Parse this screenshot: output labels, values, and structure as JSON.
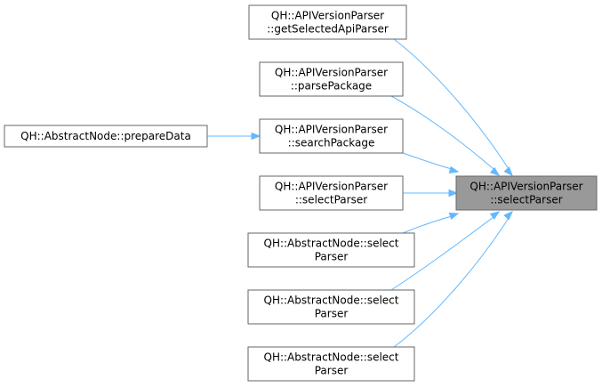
{
  "nodes": [
    {
      "id": "target",
      "lines": [
        "QH::APIVersionParser",
        "::selectParser"
      ]
    },
    {
      "id": "getSelectedApiParser",
      "lines": [
        "QH::APIVersionParser",
        "::getSelectedApiParser"
      ]
    },
    {
      "id": "parsePackage",
      "lines": [
        "QH::APIVersionParser",
        "::parsePackage"
      ]
    },
    {
      "id": "searchPackage",
      "lines": [
        "QH::APIVersionParser",
        "::searchPackage"
      ]
    },
    {
      "id": "selectParser",
      "lines": [
        "QH::APIVersionParser",
        "::selectParser"
      ]
    },
    {
      "id": "abstractSelect1",
      "lines": [
        "QH::AbstractNode::select",
        "Parser"
      ]
    },
    {
      "id": "abstractSelect2",
      "lines": [
        "QH::AbstractNode::select",
        "Parser"
      ]
    },
    {
      "id": "abstractSelect3",
      "lines": [
        "QH::AbstractNode::select",
        "Parser"
      ]
    },
    {
      "id": "prepareData",
      "lines": [
        "QH::AbstractNode::prepareData"
      ]
    }
  ],
  "edges": [
    {
      "from": "getSelectedApiParser",
      "to": "target"
    },
    {
      "from": "parsePackage",
      "to": "target"
    },
    {
      "from": "searchPackage",
      "to": "target"
    },
    {
      "from": "selectParser",
      "to": "target"
    },
    {
      "from": "abstractSelect1",
      "to": "target"
    },
    {
      "from": "abstractSelect2",
      "to": "target"
    },
    {
      "from": "abstractSelect3",
      "to": "target"
    },
    {
      "from": "prepareData",
      "to": "searchPackage"
    }
  ],
  "colors": {
    "edge": "#63b8ff",
    "node_border": "#666666",
    "target_fill": "#999999"
  }
}
